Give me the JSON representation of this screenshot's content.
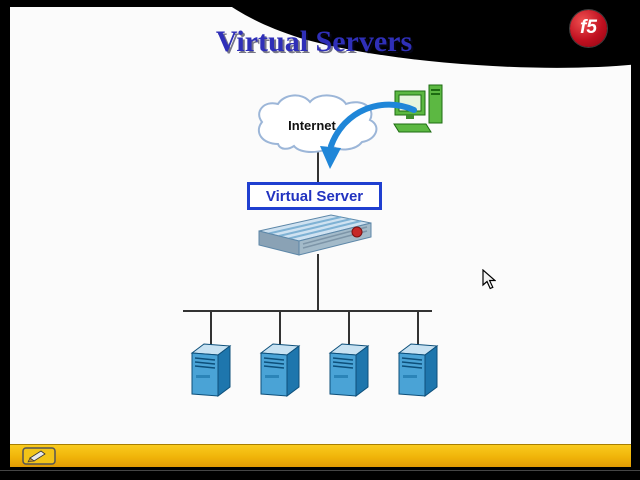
{
  "slide": {
    "title": "Virtual Servers",
    "title_color": "#2f2fb8",
    "background": "#fbfbfb"
  },
  "logo": {
    "text": "f5",
    "background": "#c01020",
    "text_color": "#ffffff"
  },
  "diagram": {
    "internet_label": "Internet",
    "virtual_server_label": "Virtual Server",
    "icons": {
      "cloud": "internet-cloud-icon",
      "client": "workstation-icon",
      "arrow": "client-to-virtual-server-arrow",
      "appliance": "f5-bigip-appliance-icon",
      "server": "server-tower-icon"
    },
    "servers": {
      "count": 4
    },
    "colors": {
      "arrow_blue": "#1f86d8",
      "box_border_blue": "#1f3fd0",
      "server_blue": "#4aa3d6",
      "connector_line": "#333333"
    }
  },
  "toolbar": {
    "bar_color": "#f0b409",
    "annotation_tool_icon": "pen-tool-icon"
  },
  "cursor": {
    "icon": "mouse-pointer-icon"
  }
}
